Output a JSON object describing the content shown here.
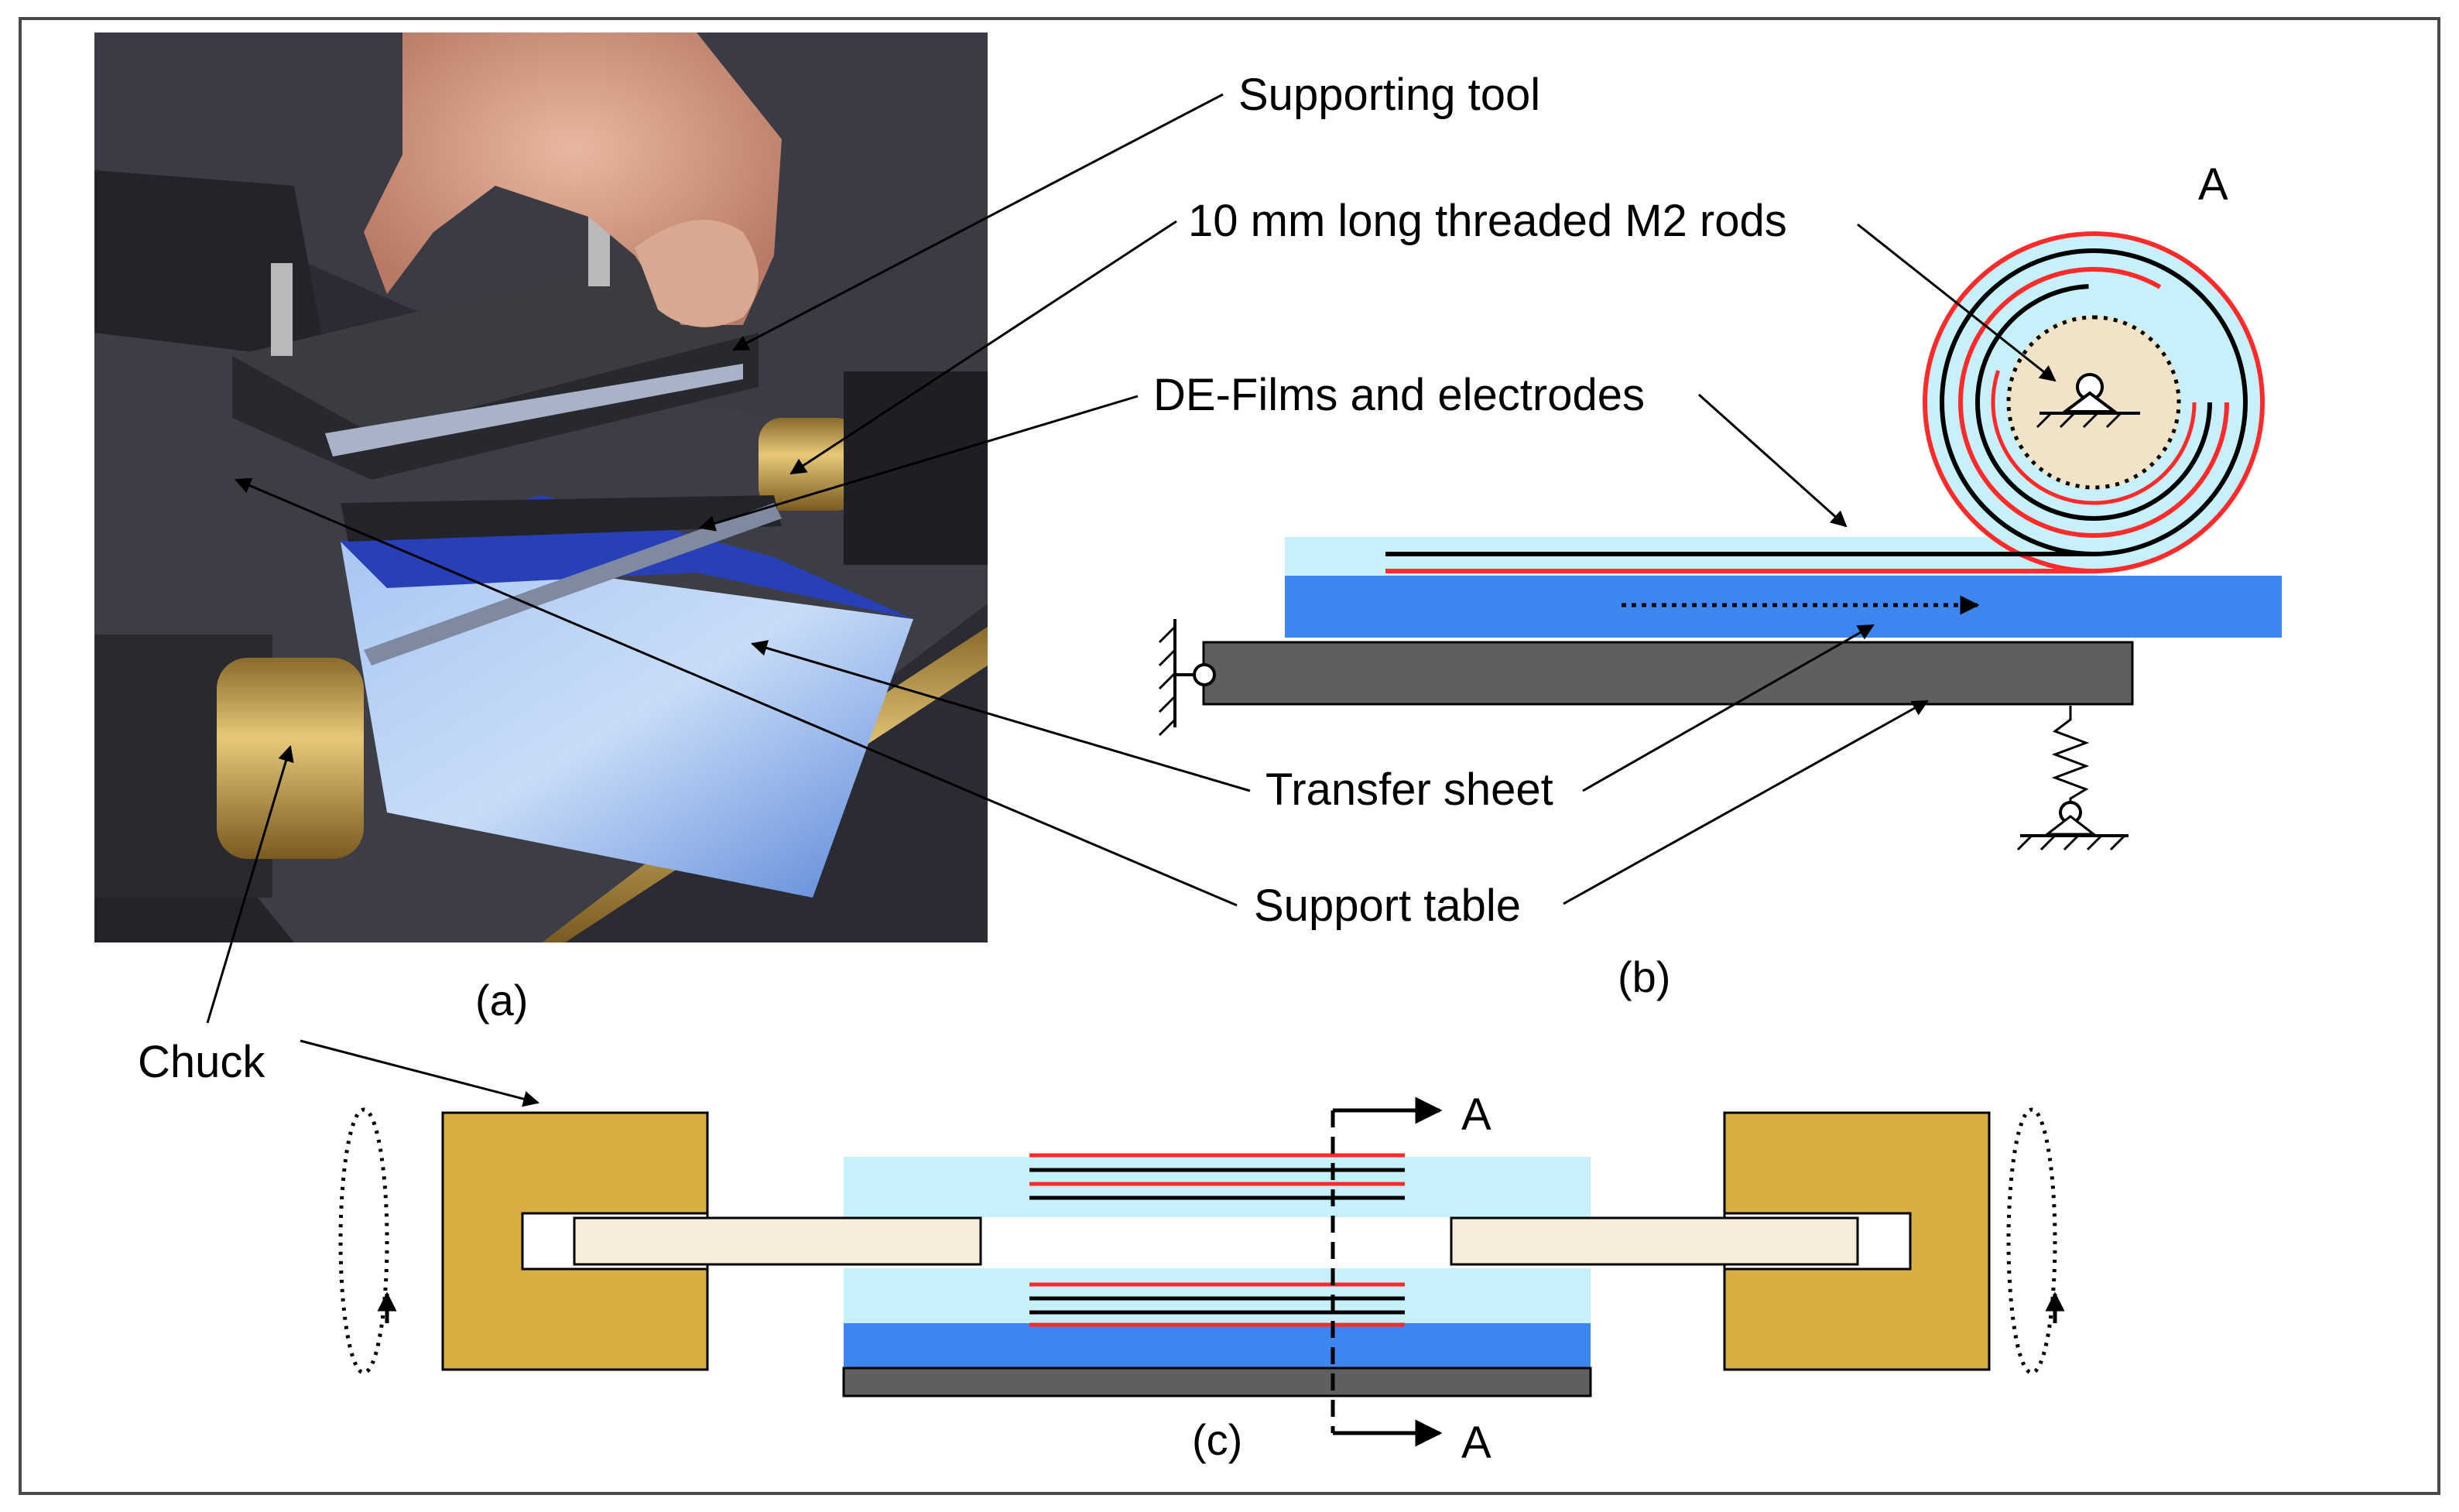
{
  "labels": {
    "supporting_tool": "Supporting tool",
    "rods": "10 mm long threaded M2 rods",
    "films": "DE-Films and electrodes",
    "transfer_sheet": "Transfer sheet",
    "support_table": "Support table",
    "chuck": "Chuck",
    "section_a_b": "A",
    "section_a_top": "A",
    "section_a_bottom": "A"
  },
  "captions": {
    "a": "(a)",
    "b": "(b)",
    "c": "(c)"
  },
  "colors": {
    "frame": "#4a4a4a",
    "support_table": "#5f5f5f",
    "transfer_sheet": "#3d86f0",
    "de_film": "#c7f1fa",
    "electrode_red": "#ff2b2b",
    "electrode_black": "#000000",
    "core": "#f0e3c8",
    "chuck": "#d6ae42",
    "rod": "#f5ecd9"
  },
  "icons": {
    "photo": "photo-of-rolling-setup",
    "pivot": "pivot-support-icon",
    "spring": "spring-support-icon",
    "wall": "fixed-wall-icon",
    "rotation": "rotation-arrow-icon"
  }
}
